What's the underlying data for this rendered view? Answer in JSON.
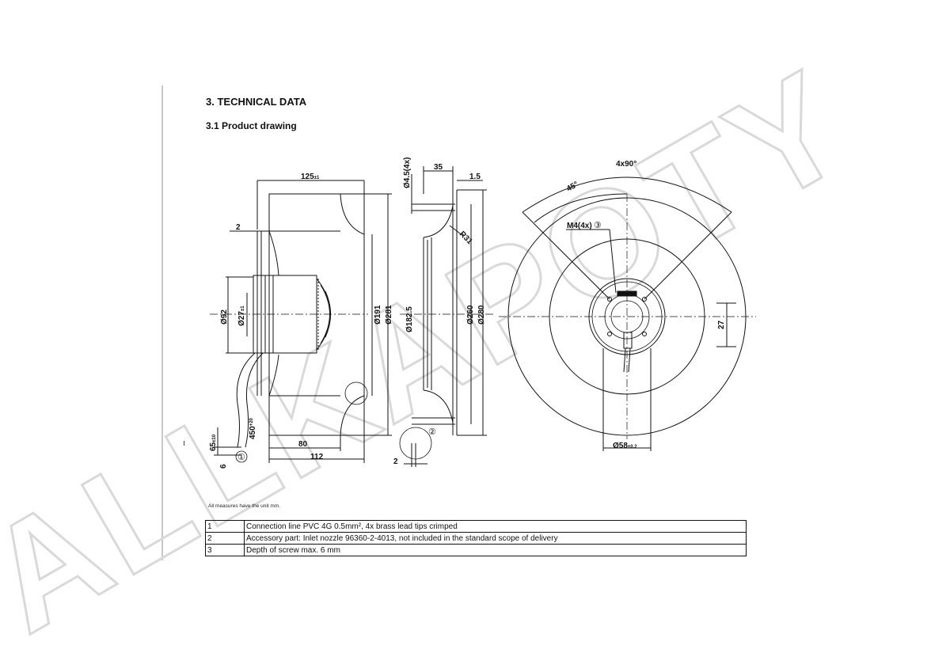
{
  "heading": "3. TECHNICAL DATA",
  "subheading": "3.1 Product drawing",
  "watermark": "ALLKAPOTY",
  "side_view": {
    "dim_width": "125",
    "dim_width_tol": "±1",
    "dim_2": "2",
    "dim_d92": "Ø92",
    "dim_d27": "Ø27",
    "dim_d27_tol": "±1",
    "dim_d191": "Ø191",
    "dim_d281": "Ø281",
    "dim_80": "80",
    "dim_112": "112",
    "dim_65": "65",
    "dim_65_tol": "±10",
    "dim_6": "6",
    "dim_450": "450",
    "dim_450_tol": "+20",
    "callout_1": "①"
  },
  "nozzle_view": {
    "dim_d45": "Ø4.5(4x)",
    "dim_35": "35",
    "dim_1_5": "1.5",
    "dim_r31": "R31",
    "dim_d182_5": "Ø182.5",
    "dim_d260": "Ø260",
    "dim_d280": "Ø280",
    "dim_2": "2",
    "callout_2": "②"
  },
  "front_view": {
    "dim_4x90": "4x90°",
    "dim_45": "45°",
    "dim_m4": "M4(4x)",
    "callout_3": "③",
    "dim_27": "27",
    "dim_d58": "Ø58",
    "dim_d58_tol": "±0.2"
  },
  "note": "All measures have the unit mm.",
  "notes_table": [
    {
      "num": "1",
      "text": "Connection line PVC 4G 0.5mm², 4x brass lead tips crimped"
    },
    {
      "num": "2",
      "text": "Accessory part: Inlet nozzle 96360-2-4013, not included in the standard scope of delivery"
    },
    {
      "num": "3",
      "text": "Depth of screw max. 6 mm"
    }
  ]
}
